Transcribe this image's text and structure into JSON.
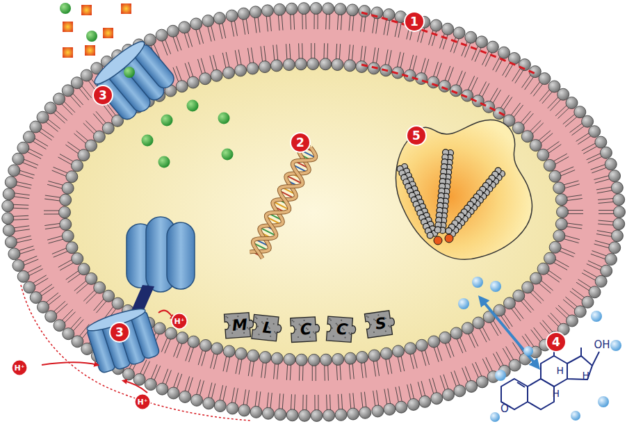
{
  "diagram": {
    "nodes": [
      {
        "text": [
          "1"
        ]
      },
      {
        "text": [
          "3"
        ]
      },
      {
        "text": [
          "2"
        ]
      },
      {
        "text": [
          "5"
        ]
      },
      {
        "text": [
          "H⁺"
        ]
      },
      {
        "text": [
          "3"
        ]
      },
      {
        "text": [
          "M"
        ]
      },
      {
        "text": [
          "L"
        ]
      },
      {
        "text": [
          "C"
        ]
      },
      {
        "text": [
          "C"
        ]
      },
      {
        "text": [
          "S"
        ]
      },
      {
        "text": [
          "4"
        ]
      },
      {
        "text": [
          "H⁺"
        ]
      },
      {
        "text": [
          "H⁺"
        ]
      }
    ],
    "labels": [
      "OH",
      "H",
      "H",
      "H",
      "O"
    ]
  }
}
